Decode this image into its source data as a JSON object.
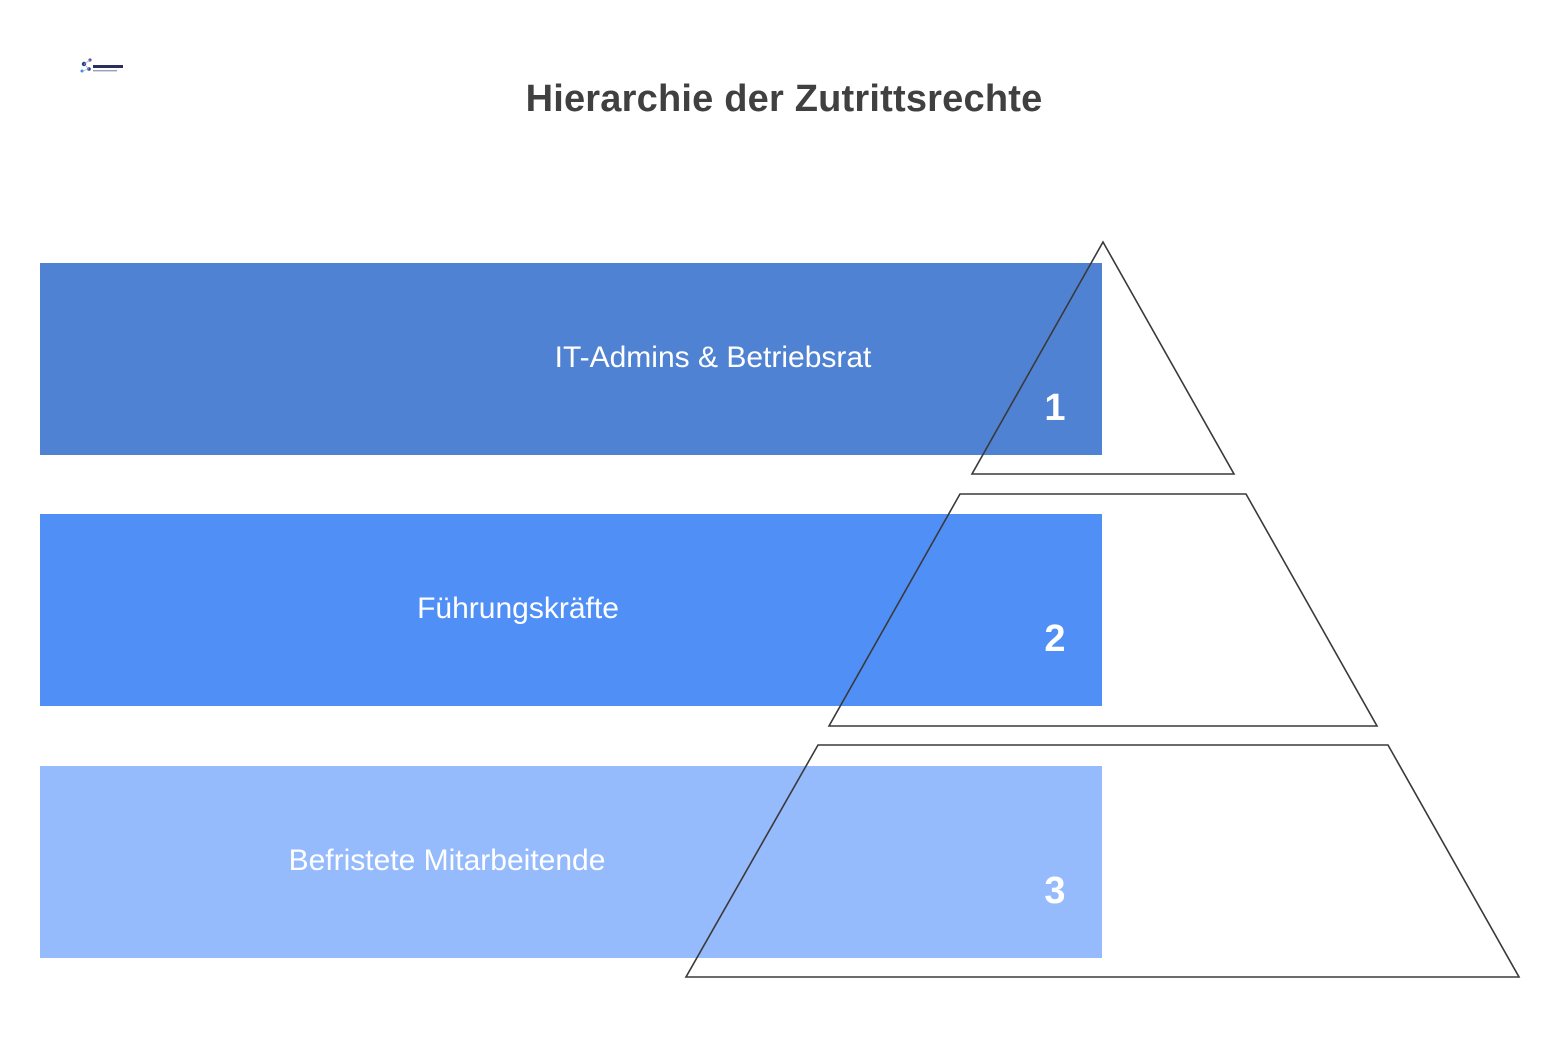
{
  "title": "Hierarchie der Zutrittsrechte",
  "logo": {
    "icon": "network-logo-icon"
  },
  "levels": [
    {
      "label": "IT-Admins & Betriebsrat",
      "number": "1",
      "color": "#5082d4"
    },
    {
      "label": "Führungskräfte",
      "number": "2",
      "color": "#4f8ff6"
    },
    {
      "label": "Befristete Mitarbeitende",
      "number": "3",
      "color": "#96bbfc"
    }
  ]
}
